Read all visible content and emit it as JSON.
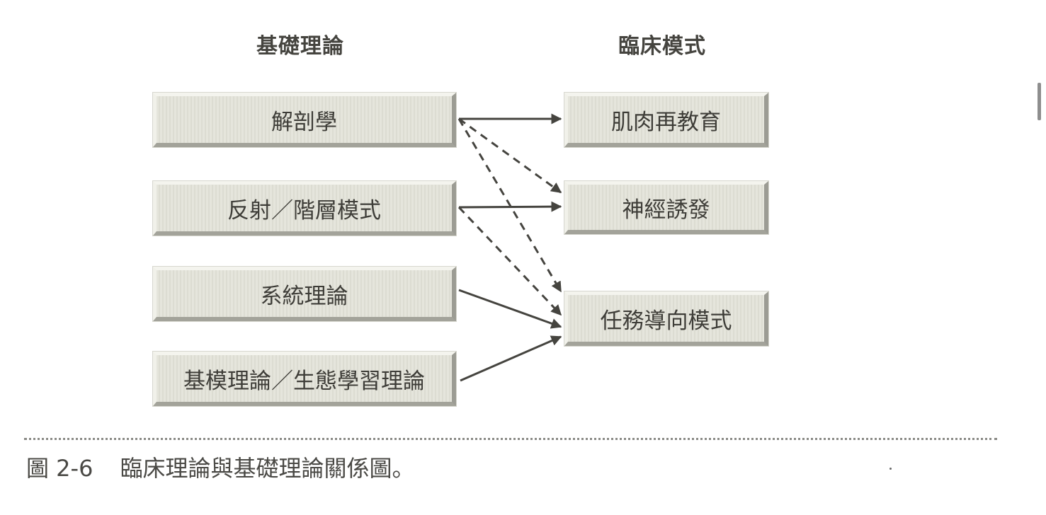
{
  "headers": {
    "left": "基礎理論",
    "right": "臨床模式"
  },
  "basic_theories": [
    {
      "id": "anatomy",
      "label": "解剖學"
    },
    {
      "id": "reflex",
      "label": "反射／階層模式"
    },
    {
      "id": "systems",
      "label": "系統理論"
    },
    {
      "id": "motor-ecology",
      "label": "基模理論／生態學習理論"
    }
  ],
  "clinical_models": [
    {
      "id": "muscle-reeducation",
      "label": "肌肉再教育"
    },
    {
      "id": "neuro-facilitation",
      "label": "神經誘發"
    },
    {
      "id": "task-oriented",
      "label": "任務導向模式"
    }
  ],
  "connections": [
    {
      "from": "anatomy",
      "to": "muscle-reeducation",
      "style": "solid"
    },
    {
      "from": "anatomy",
      "to": "neuro-facilitation",
      "style": "dashed"
    },
    {
      "from": "anatomy",
      "to": "task-oriented",
      "style": "dashed"
    },
    {
      "from": "reflex",
      "to": "neuro-facilitation",
      "style": "solid"
    },
    {
      "from": "reflex",
      "to": "task-oriented",
      "style": "dashed"
    },
    {
      "from": "systems",
      "to": "task-oriented",
      "style": "solid"
    },
    {
      "from": "motor-ecology",
      "to": "task-oriented",
      "style": "solid"
    }
  ],
  "caption": {
    "number": "圖 2-6",
    "text": "臨床理論與基礎理論關係圖。"
  },
  "colors": {
    "box_fill": "#e3e3d9",
    "arrow": "#45443f",
    "text": "#3e3d38"
  }
}
